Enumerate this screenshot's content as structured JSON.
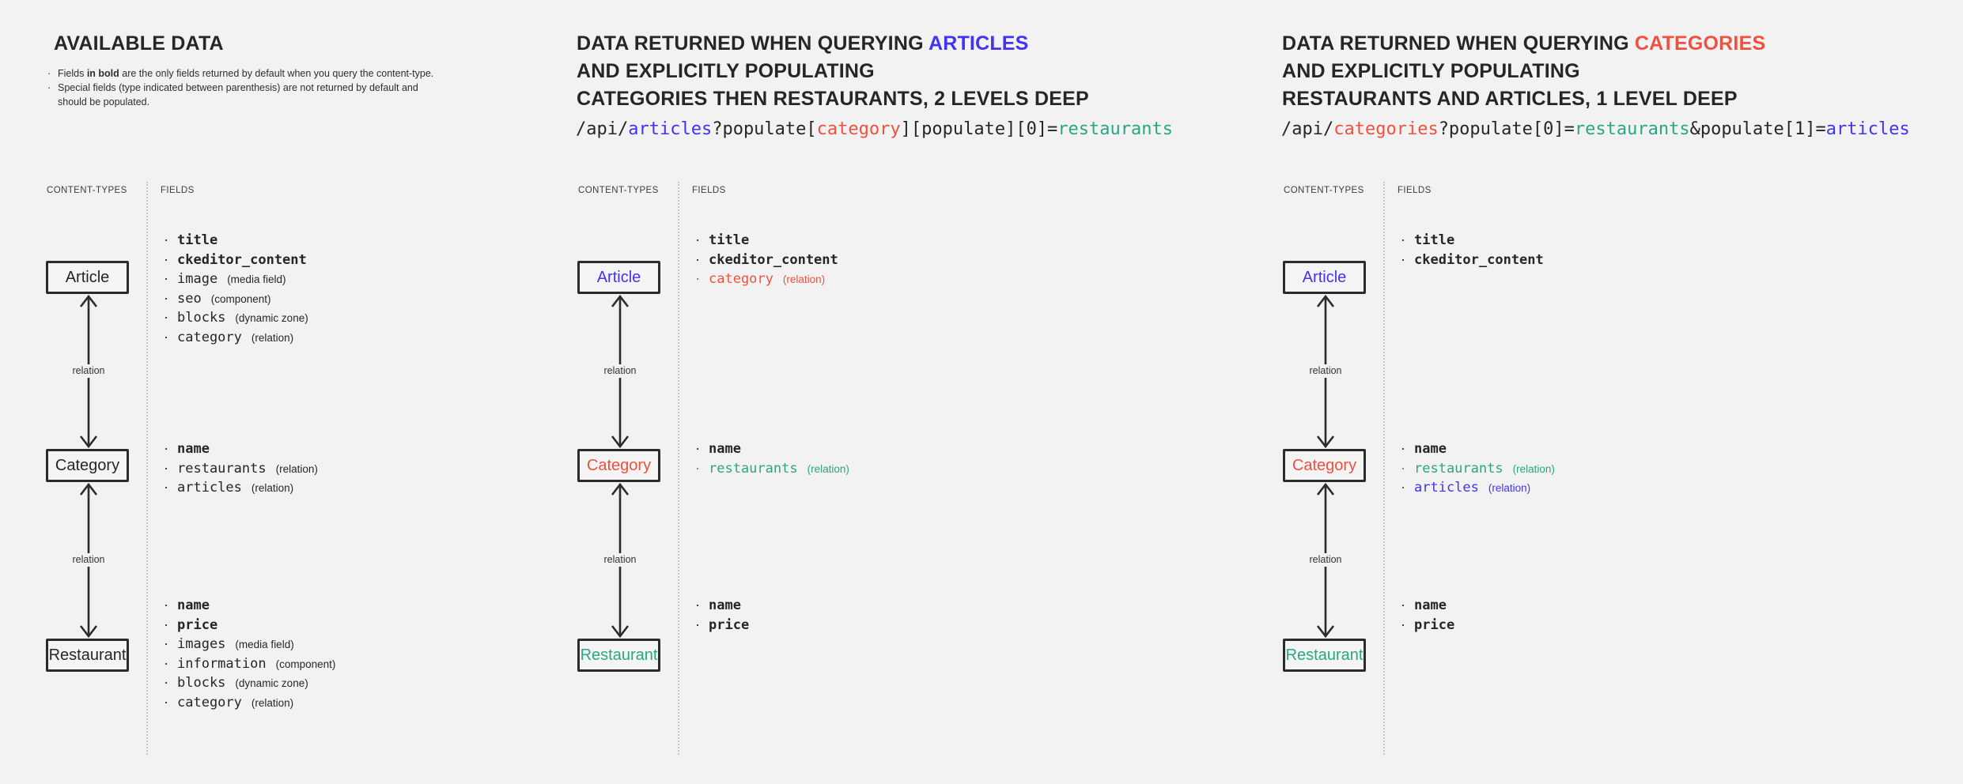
{
  "page": {
    "background": "#f2f2f2"
  },
  "colors": {
    "text_dark": "#262626",
    "accent_blue": "#4134f0",
    "accent_red": "#ee523e",
    "accent_teal": "#2aa684",
    "box_border": "#2b2b2b",
    "divider_dotted": "#c9c9c9"
  },
  "panels": [
    {
      "title": {
        "l1": "AVAILABLE DATA"
      },
      "notes": [
        {
          "pre": "Fields ",
          "bold": "in bold",
          "post": " are the only fields returned by default when you query the content-type."
        },
        {
          "pre": "Special fields (type indicated between parenthesis) are not returned by default and should be populated.",
          "bold": "",
          "post": ""
        }
      ],
      "col_labels": {
        "left": "CONTENT-TYPES",
        "right": "FIELDS"
      },
      "relation": "relation",
      "boxes": {
        "article": "Article",
        "category": "Category",
        "restaurant": "Restaurant"
      },
      "fields": {
        "article": [
          {
            "name": "title"
          },
          {
            "name": "ckeditor_content"
          },
          {
            "name": "image",
            "type": "(media field)"
          },
          {
            "name": "seo",
            "type": "(component)"
          },
          {
            "name": "blocks",
            "type": "(dynamic zone)"
          },
          {
            "name": "category",
            "type": "(relation)"
          }
        ],
        "category": [
          {
            "name": "name"
          },
          {
            "name": "restaurants",
            "type": "(relation)"
          },
          {
            "name": "articles",
            "type": "(relation)"
          }
        ],
        "restaurant": [
          {
            "name": "name"
          },
          {
            "name": "price"
          },
          {
            "name": "images",
            "type": "(media field)"
          },
          {
            "name": "information",
            "type": "(component)"
          },
          {
            "name": "blocks",
            "type": "(dynamic zone)"
          },
          {
            "name": "category",
            "type": "(relation)"
          }
        ]
      }
    },
    {
      "title": {
        "l1_dark": "DATA RETURNED WHEN QUERYING ",
        "l1_accent": "ARTICLES",
        "l2": "AND EXPLICITLY POPULATING",
        "l3": "CATEGORIES THEN RESTAURANTS, 2 LEVELS DEEP"
      },
      "code": {
        "s0": "/api/",
        "s1": "articles",
        "s2": "?populate[",
        "s3": "category",
        "s4": "][populate][0]=",
        "s5": "restaurants"
      },
      "col_labels": {
        "left": "CONTENT-TYPES",
        "right": "FIELDS"
      },
      "relation": "relation",
      "boxes": {
        "article": "Article",
        "category": "Category",
        "restaurant": "Restaurant"
      },
      "fields": {
        "article": [
          {
            "name": "title"
          },
          {
            "name": "ckeditor_content"
          },
          {
            "name": "category",
            "type": "(relation)"
          }
        ],
        "category": [
          {
            "name": "name"
          },
          {
            "name": "restaurants",
            "type": "(relation)"
          }
        ],
        "restaurant": [
          {
            "name": "name"
          },
          {
            "name": "price"
          }
        ]
      }
    },
    {
      "title": {
        "l1_dark": "DATA RETURNED WHEN QUERYING ",
        "l1_accent": "CATEGORIES",
        "l2": "AND EXPLICITLY POPULATING",
        "l3": "RESTAURANTS AND ARTICLES, 1 LEVEL DEEP"
      },
      "code": {
        "s0": "/api/",
        "s1": "categories",
        "s2": "?populate[0]=",
        "s3": "restaurants",
        "s4": "&populate[1]=",
        "s5": "articles"
      },
      "col_labels": {
        "left": "CONTENT-TYPES",
        "right": "FIELDS"
      },
      "relation": "relation",
      "boxes": {
        "article": "Article",
        "category": "Category",
        "restaurant": "Restaurant"
      },
      "fields": {
        "article": [
          {
            "name": "title"
          },
          {
            "name": "ckeditor_content"
          }
        ],
        "category": [
          {
            "name": "name"
          },
          {
            "name": "restaurants",
            "type": "(relation)"
          },
          {
            "name": "articles",
            "type": "(relation)"
          }
        ],
        "restaurant": [
          {
            "name": "name"
          },
          {
            "name": "price"
          }
        ]
      }
    }
  ]
}
